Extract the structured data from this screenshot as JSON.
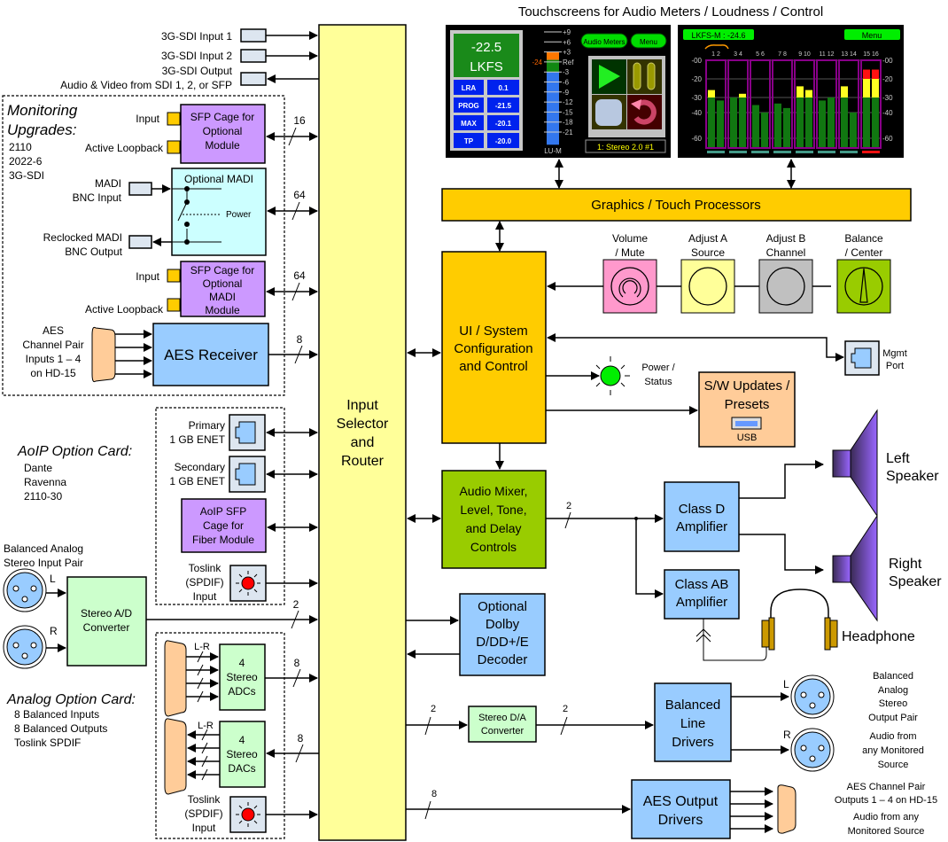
{
  "title": "Touchscreens for Audio Meters / Loudness / Control",
  "colors": {
    "router": "#ffff99",
    "processor": "#ffcc00",
    "blue_block": "#99ccff",
    "purple_block": "#cc99ff",
    "cyan_block": "#ccffff",
    "green_block": "#ccffcc",
    "mixer": "#99cc00",
    "peach": "#ffcc99",
    "connector": "#dde6f0"
  },
  "sdi": {
    "input1": "3G-SDI Input 1",
    "input2": "3G-SDI Input 2",
    "output": "3G-SDI Output",
    "output_note": "Audio & Video from SDI 1, 2, or SFP"
  },
  "monitoring": {
    "heading_line1": "Monitoring",
    "heading_line2": "Upgrades:",
    "formats": [
      "2110",
      "2022-6",
      "3G-SDI"
    ],
    "sfp1": {
      "lines": [
        "SFP Cage for",
        "Optional",
        "Module"
      ],
      "input": "Input",
      "loopback": "Active Loopback",
      "bus": "16"
    },
    "madi": {
      "title": "Optional MADI",
      "power": "Power",
      "in_line1": "MADI",
      "in_line2": "BNC Input",
      "out_line1": "Reclocked MADI",
      "out_line2": "BNC Output",
      "bus": "64"
    },
    "sfp2": {
      "lines": [
        "SFP Cage for",
        "Optional",
        "MADI",
        "Module"
      ],
      "input": "Input",
      "loopback": "Active Loopback",
      "bus": "64"
    },
    "aes_in": {
      "label": "AES Receiver",
      "note": [
        "AES",
        "Channel Pair",
        "Inputs 1 – 4",
        "on HD-15"
      ],
      "bus": "8"
    }
  },
  "aoip": {
    "heading": "AoIP Option Card:",
    "protocols": [
      "Dante",
      "Ravenna",
      "2110-30"
    ],
    "primary": [
      "Primary",
      "1 GB ENET"
    ],
    "secondary": [
      "Secondary",
      "1 GB ENET"
    ],
    "sfp": [
      "AoIP SFP",
      "Cage for",
      "Fiber Module"
    ],
    "toslink": [
      "Toslink",
      "(SPDIF)",
      "Input"
    ]
  },
  "analog_in": {
    "heading": [
      "Balanced Analog",
      "Stereo Input Pair"
    ],
    "left": "L",
    "right": "R",
    "converter": [
      "Stereo A/D",
      "Converter"
    ],
    "bus": "2"
  },
  "analog_card": {
    "heading": "Analog Option Card:",
    "features": [
      "8 Balanced Inputs",
      "8 Balanced Outputs",
      "Toslink SPDIF"
    ],
    "adcs": [
      "4",
      "Stereo",
      "ADCs"
    ],
    "dacs": [
      "4",
      "Stereo",
      "DACs"
    ],
    "lr": "L-R",
    "adc_bus": "8",
    "dac_bus": "8",
    "toslink": [
      "Toslink",
      "(SPDIF)",
      "Input"
    ]
  },
  "router": {
    "lines": [
      "Input",
      "Selector",
      "and",
      "Router"
    ]
  },
  "screen1": {
    "loudness_value": "-22.5",
    "loudness_unit": "LKFS",
    "stats": [
      {
        "label": "LRA",
        "value": "0.1"
      },
      {
        "label": "PROG",
        "value": "-21.5"
      },
      {
        "label": "MAX",
        "value": "-20.1"
      },
      {
        "label": "TP",
        "value": "-20.0"
      }
    ],
    "scale": [
      "+9",
      "+6",
      "+3",
      "Ref",
      "-3",
      "-6",
      "-9",
      "-12",
      "-15",
      "-18",
      "-21"
    ],
    "ref_marker": "-24",
    "meter_label": "LU-M",
    "meter_level_lu": 2.5,
    "btn_audio_meters": "Audio Meters",
    "btn_menu": "Menu",
    "status": "1: Stereo 2.0 #1"
  },
  "screen2": {
    "readout": "LKFS-M : -24.6",
    "btn_menu": "Menu",
    "scale": [
      "-00",
      "-20",
      "-30",
      "-40",
      "-60"
    ],
    "pairs": [
      {
        "label": "1  2",
        "levels": [
          -26,
          -32
        ],
        "peaks": [
          [
            -30,
            -26
          ],
          null
        ]
      },
      {
        "label": "3  4",
        "levels": [
          -30,
          -28
        ],
        "peaks": [
          null,
          [
            -30,
            -28
          ]
        ]
      },
      {
        "label": "5  6",
        "levels": [
          -35,
          -40
        ],
        "peaks": [
          null,
          null
        ]
      },
      {
        "label": "7  8",
        "levels": [
          -34,
          -37
        ],
        "peaks": [
          null,
          null
        ]
      },
      {
        "label": "9  10",
        "levels": [
          -24,
          -26
        ],
        "peaks": [
          [
            -30,
            -24
          ],
          [
            -30,
            -26
          ]
        ]
      },
      {
        "label": "11 12",
        "levels": [
          -32,
          -30
        ],
        "peaks": [
          null,
          null
        ]
      },
      {
        "label": "13 14",
        "levels": [
          -24,
          -40
        ],
        "peaks": [
          [
            -30,
            -24
          ],
          null
        ]
      },
      {
        "label": "15 16",
        "levels": [
          -10,
          -10
        ],
        "peaks": [
          [
            -30,
            -20
          ],
          [
            -30,
            -20
          ]
        ]
      }
    ]
  },
  "graphics": "Graphics / Touch Processors",
  "knobs": [
    {
      "label": [
        "Volume",
        "/ Mute"
      ],
      "color": "#ff99cc"
    },
    {
      "label": [
        "Adjust A",
        "Source"
      ],
      "color": "#ffff99"
    },
    {
      "label": [
        "Adjust B",
        "Channel"
      ],
      "color": "#c0c0c0"
    },
    {
      "label": [
        "Balance",
        "/ Center"
      ],
      "color": "#99cc00"
    }
  ],
  "ui_control": [
    "UI / System",
    "Configuration",
    "and Control"
  ],
  "mgmt": [
    "Mgmt",
    "Port"
  ],
  "power_status": [
    "Power /",
    "Status"
  ],
  "sw_updates": {
    "lines": [
      "S/W Updates /",
      "Presets"
    ],
    "usb": "USB"
  },
  "mixer": [
    "Audio Mixer,",
    "Level, Tone,",
    "and Delay",
    "Controls"
  ],
  "mixer_bus": "2",
  "class_d": [
    "Class D",
    "Amplifier"
  ],
  "class_ab": [
    "Class AB",
    "Amplifier"
  ],
  "left_speaker": [
    "Left",
    "Speaker"
  ],
  "right_speaker": [
    "Right",
    "Speaker"
  ],
  "headphone": "Headphone",
  "dolby": [
    "Optional",
    "Dolby",
    "D/DD+/E",
    "Decoder"
  ],
  "da": {
    "lines": [
      "Stereo D/A",
      "Converter"
    ],
    "bus_in": "2",
    "bus_out": "2"
  },
  "line_drivers": [
    "Balanced",
    "Line",
    "Drivers"
  ],
  "analog_out": {
    "left": "L",
    "right": "R",
    "note1": [
      "Balanced",
      "Analog",
      "Stereo",
      "Output Pair"
    ],
    "note2": [
      "Audio from",
      "any Monitored",
      "Source"
    ]
  },
  "aes_out": {
    "lines": [
      "AES Output",
      "Drivers"
    ],
    "bus": "8",
    "note": [
      "AES Channel Pair",
      "Outputs 1 – 4  on HD-15",
      "Audio from any",
      "Monitored Source"
    ]
  }
}
